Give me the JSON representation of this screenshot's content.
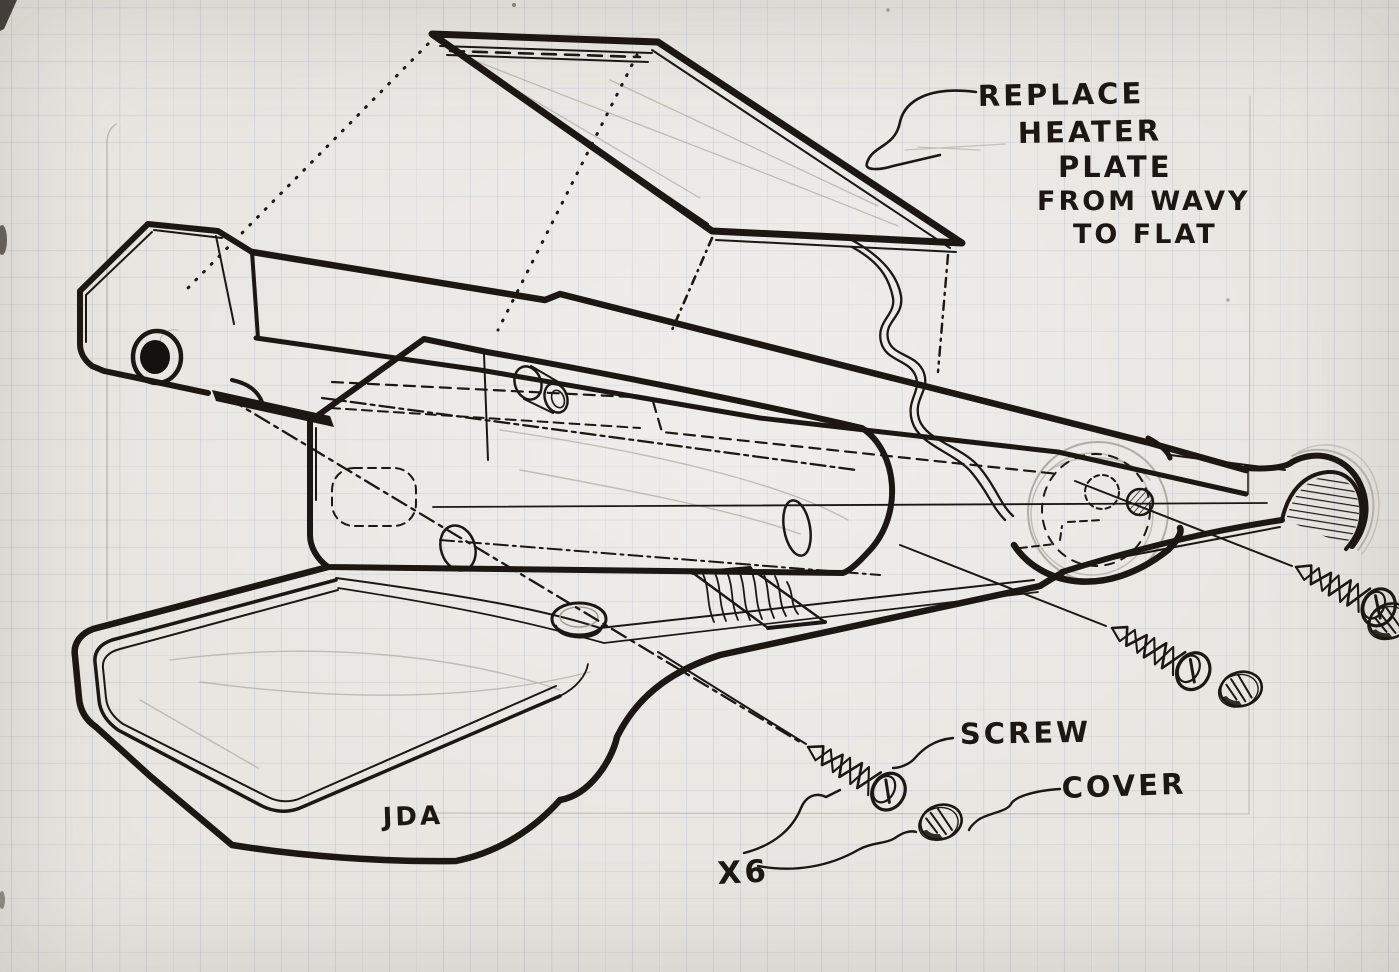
{
  "annotations": {
    "note": {
      "lines": [
        "REPLACE",
        "HEATER",
        "PLATE",
        "FROM WAVY",
        "TO FLAT"
      ]
    },
    "screw_label": "SCREW",
    "cover_label": "COVER",
    "quantity_label": "X6",
    "signature": "JDA"
  },
  "palette": {
    "paper": "#e9e6e2",
    "grid": "#98a6be",
    "ink": "#1c1712",
    "pencil": "#a39e95"
  }
}
